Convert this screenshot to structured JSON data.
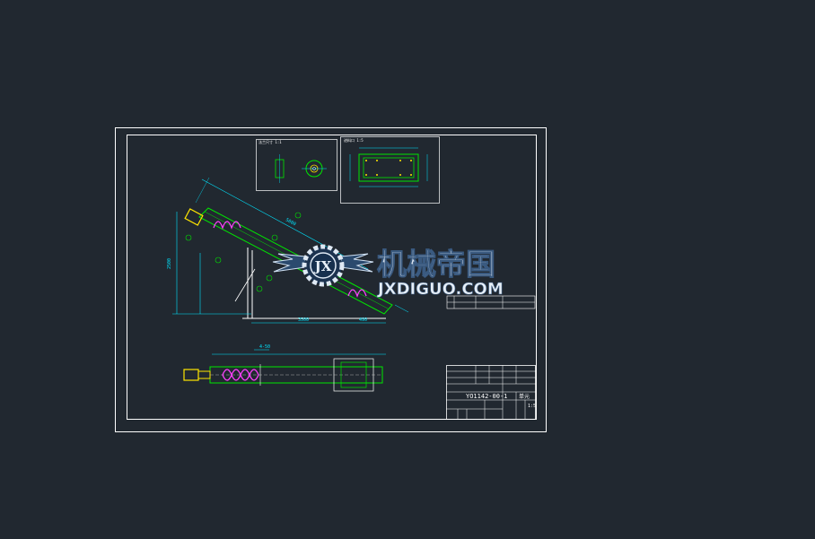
{
  "drawing": {
    "drawing_number": "YO1142-00-1",
    "sheet_label": "单元",
    "scale": "1:5",
    "dim_total_length": "5000",
    "dim_horizontal": "3500",
    "dim_width": "490",
    "dim_height": "2500",
    "dim_spacing": "4-50",
    "colors": {
      "background": "#212830",
      "frame": "#ffffff",
      "geometry": "#00e600",
      "spiral": "#ff40ff",
      "motor": "#ffe600",
      "dimension": "#00e5ff",
      "text": "#ffffff"
    }
  },
  "watermark": {
    "title": "机械帝国",
    "subtitle": "JXDIGUO.COM",
    "badge": "JX"
  }
}
